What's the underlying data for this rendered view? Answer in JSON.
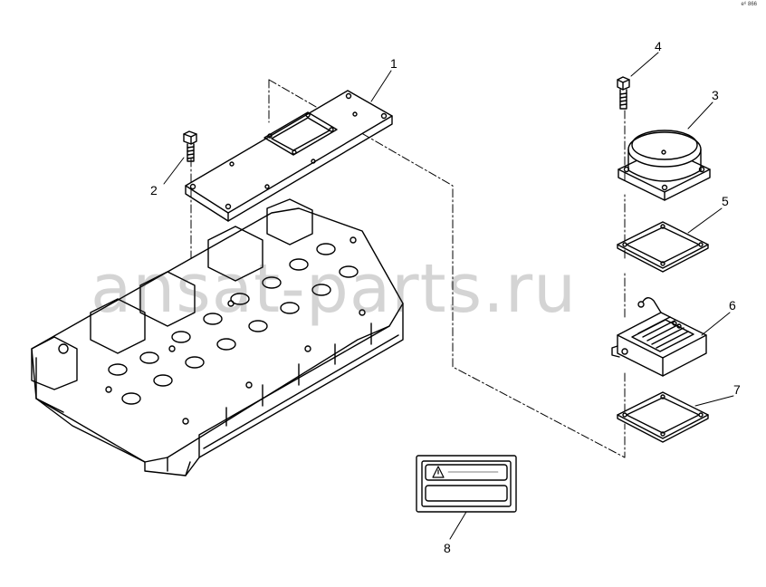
{
  "diagram": {
    "corner_mark": "e⁶ 866",
    "watermark": "ansat-parts.ru",
    "callouts": [
      {
        "id": "1",
        "label": "1"
      },
      {
        "id": "2",
        "label": "2"
      },
      {
        "id": "3",
        "label": "3"
      },
      {
        "id": "4",
        "label": "4"
      },
      {
        "id": "5",
        "label": "5"
      },
      {
        "id": "6",
        "label": "6"
      },
      {
        "id": "7",
        "label": "7"
      },
      {
        "id": "8",
        "label": "8"
      }
    ],
    "parts": [
      {
        "id": "1",
        "name": "cover-plate-icon"
      },
      {
        "id": "2",
        "name": "bolt-icon"
      },
      {
        "id": "3",
        "name": "intake-housing-icon"
      },
      {
        "id": "4",
        "name": "bolt-icon"
      },
      {
        "id": "5",
        "name": "gasket-icon"
      },
      {
        "id": "6",
        "name": "heater-unit-icon"
      },
      {
        "id": "7",
        "name": "gasket-icon"
      },
      {
        "id": "8",
        "name": "warning-label-icon"
      },
      {
        "id": "head",
        "name": "cylinder-head-icon"
      }
    ],
    "line_color": "#000000",
    "background": "#ffffff"
  }
}
